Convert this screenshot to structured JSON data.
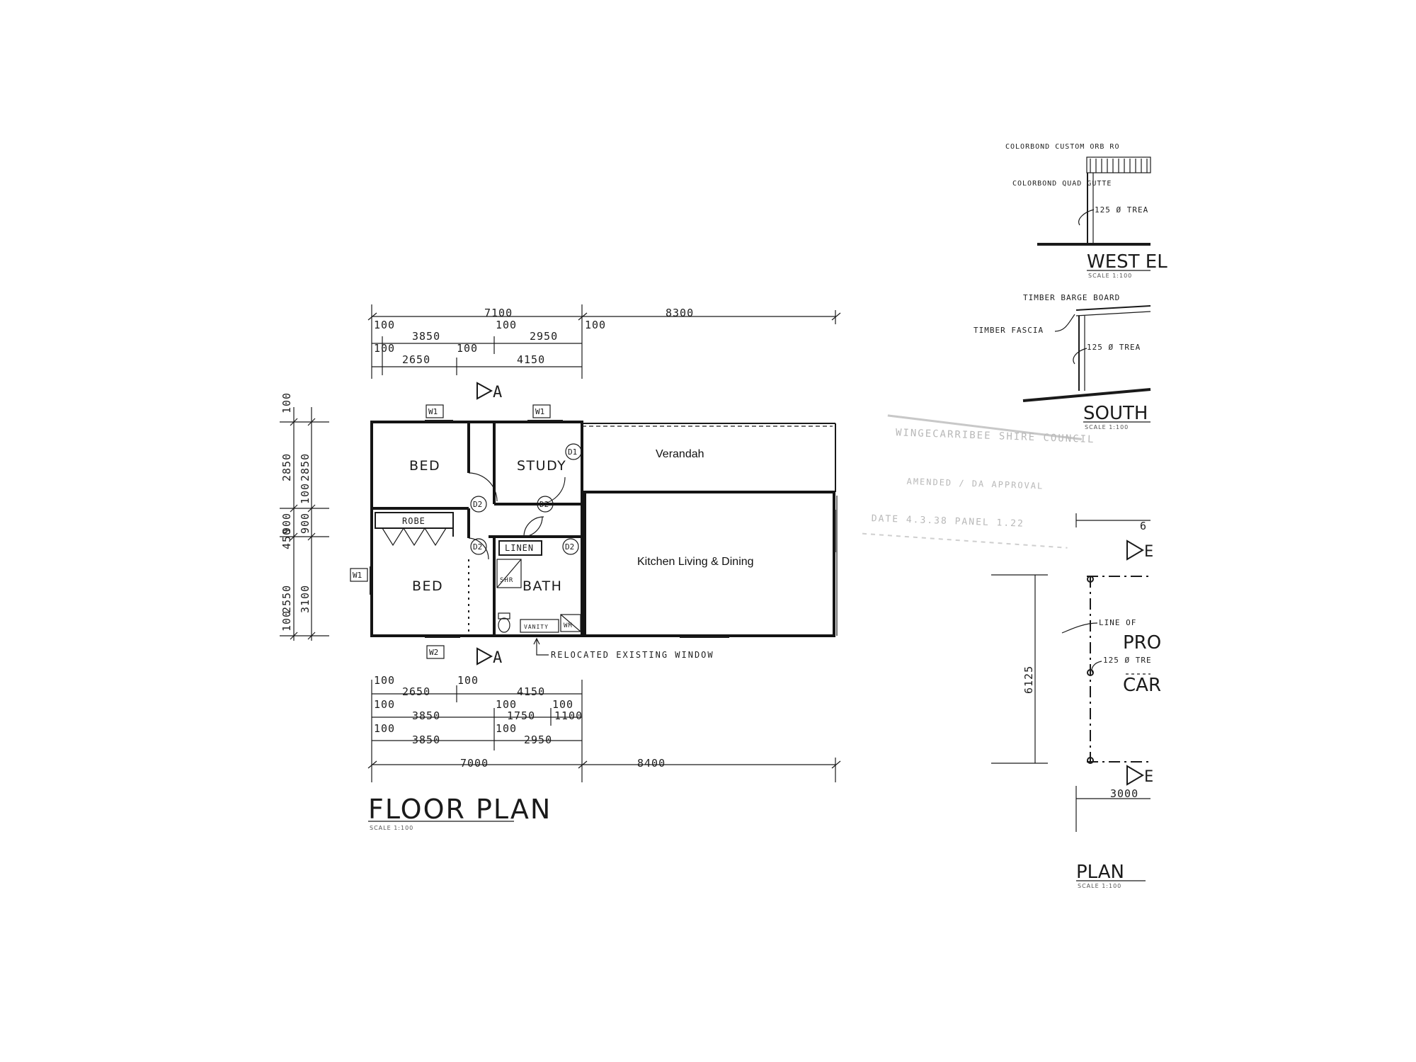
{
  "floor_plan": {
    "title": "FLOOR PLAN",
    "scale": "SCALE 1:100",
    "rooms": {
      "bed_1": "BED",
      "study": "STUDY",
      "verandah": "Verandah",
      "robe": "ROBE",
      "linen": "LINEN",
      "bed_2": "BED",
      "bath": "BATH",
      "shr": "SHR",
      "vanity": "VANITY",
      "wm": "WM",
      "kitchen": "Kitchen Living & Dining"
    },
    "tags": {
      "w1": "W1",
      "w2": "W2",
      "d1": "D1",
      "d2": "D2"
    },
    "section_marker": "A",
    "note_relocated": "RELOCATED EXISTING WINDOW",
    "top_dims": {
      "d7100": "7100",
      "d8300": "8300",
      "d100": "100",
      "d3850": "3850",
      "d2950": "2950",
      "d2650": "2650",
      "d4150": "4150"
    },
    "bottom_dims": {
      "d100": "100",
      "d2650": "2650",
      "d4150": "4150",
      "d3850": "3850",
      "d1750": "1750",
      "d1100": "1100",
      "d2950": "2950",
      "d7000": "7000",
      "d8400": "8400"
    },
    "left_dims": {
      "d100": "100",
      "d2850": "2850",
      "d900": "900",
      "d450": "450",
      "d2550": "2550",
      "d3100": "3100"
    }
  },
  "west_elevation": {
    "title": "WEST EL",
    "scale": "SCALE 1:100",
    "notes": {
      "roof": "COLORBOND CUSTOM ORB RO",
      "gutter": "COLORBOND QUAD GUTTE",
      "post": "125 Ø TREA"
    }
  },
  "south_elevation": {
    "title": "SOUTH",
    "scale": "SCALE 1:100",
    "notes": {
      "barge": "TIMBER BARGE BOARD",
      "fascia": "TIMBER FASCIA",
      "post": "125 Ø TREA"
    }
  },
  "stamp": {
    "council": "WINGECARRIBEE SHIRE COUNCIL",
    "status": "AMENDED / DA APPROVAL",
    "date": "DATE 4.3.38  PANEL 1.22"
  },
  "carport_plan": {
    "title": "PLAN",
    "scale": "SCALE 1:100",
    "marker": "E",
    "notes": {
      "line": "LINE OF",
      "post": "125 Ø TRE",
      "pro": "PRO",
      "car": "CAR"
    },
    "dims": {
      "d6125": "6125",
      "d3000": "3000",
      "d6": "6"
    }
  }
}
